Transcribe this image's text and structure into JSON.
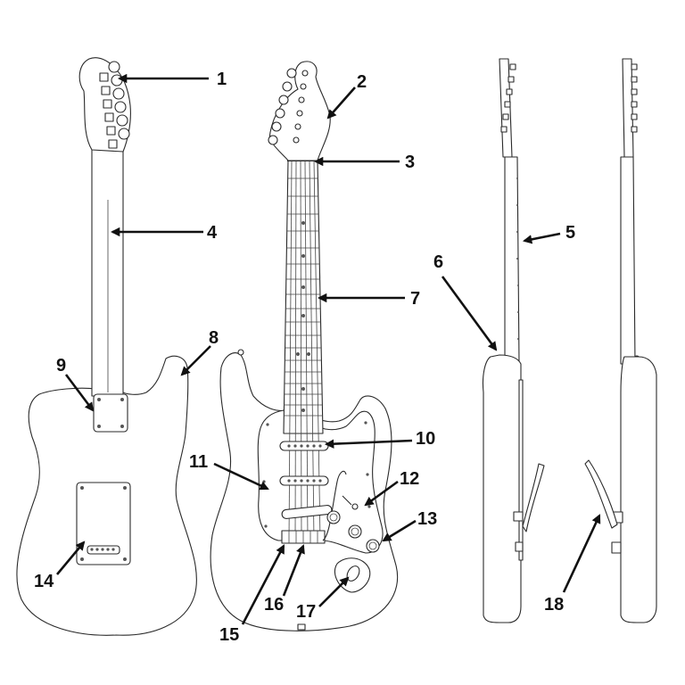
{
  "colors": {
    "outline": "#2a2a2a",
    "arrow": "#111111",
    "background": "#ffffff"
  },
  "callouts": [
    {
      "id": 1,
      "label": "1"
    },
    {
      "id": 2,
      "label": "2"
    },
    {
      "id": 3,
      "label": "3"
    },
    {
      "id": 4,
      "label": "4"
    },
    {
      "id": 5,
      "label": "5"
    },
    {
      "id": 6,
      "label": "6"
    },
    {
      "id": 7,
      "label": "7"
    },
    {
      "id": 8,
      "label": "8"
    },
    {
      "id": 9,
      "label": "9"
    },
    {
      "id": 10,
      "label": "10"
    },
    {
      "id": 11,
      "label": "11"
    },
    {
      "id": 12,
      "label": "12"
    },
    {
      "id": 13,
      "label": "13"
    },
    {
      "id": 14,
      "label": "14"
    },
    {
      "id": 15,
      "label": "15"
    },
    {
      "id": 16,
      "label": "16"
    },
    {
      "id": 17,
      "label": "17"
    },
    {
      "id": 18,
      "label": "18"
    }
  ]
}
